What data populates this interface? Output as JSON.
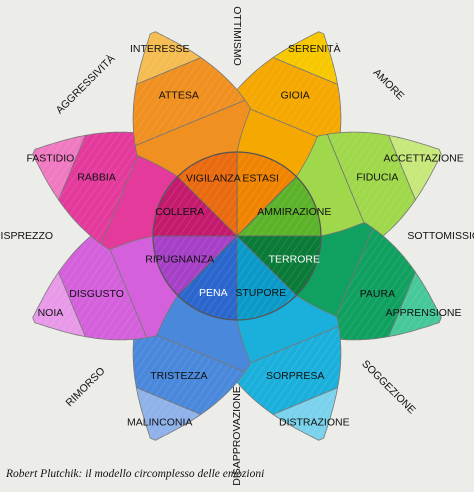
{
  "petals": [
    {
      "id": "joy",
      "outer_color": "#f7c800",
      "mid_color": "#f5a800",
      "inner_color": "#f08400",
      "outer": "SERENITÀ",
      "mid": "GIOIA",
      "inner": "ESTASI"
    },
    {
      "id": "trust",
      "outer_color": "#c7e87a",
      "mid_color": "#9fd84a",
      "inner_color": "#5cb32a",
      "outer": "ACCETTAZIONE",
      "mid": "FIDUCIA",
      "inner": "AMMIRAZIONE"
    },
    {
      "id": "fear",
      "outer_color": "#46c898",
      "mid_color": "#10a060",
      "inner_color": "#0a7a38",
      "outer": "APPRENSIONE",
      "mid": "PAURA",
      "inner": "TERRORE"
    },
    {
      "id": "surprise",
      "outer_color": "#7ad2ec",
      "mid_color": "#1bb0dc",
      "inner_color": "#0b9ac8",
      "outer": "DISTRAZIONE",
      "mid": "SORPRESA",
      "inner": "STUPORE"
    },
    {
      "id": "sadness",
      "outer_color": "#8fb2ea",
      "mid_color": "#4a88dc",
      "inner_color": "#2a66cc",
      "outer": "MALINCONIA",
      "mid": "TRISTEZZA",
      "inner": "PENA"
    },
    {
      "id": "disgust",
      "outer_color": "#e89ae8",
      "mid_color": "#d460dc",
      "inner_color": "#a640c6",
      "outer": "NOIA",
      "mid": "DISGUSTO",
      "inner": "RIPUGNANZA"
    },
    {
      "id": "anger",
      "outer_color": "#f07ac2",
      "mid_color": "#e33a9c",
      "inner_color": "#c41a6e",
      "outer": "FASTIDIO",
      "mid": "RABBIA",
      "inner": "COLLERA"
    },
    {
      "id": "anticipation",
      "outer_color": "#f5bc52",
      "mid_color": "#f09020",
      "inner_color": "#ea6a10",
      "outer": "INTERESSE",
      "mid": "ATTESA",
      "inner": "VIGILANZA"
    }
  ],
  "dyads": [
    "AMORE",
    "SOTTOMISSIONE",
    "SOGGEZIONE",
    "DISAPPROVAZIONE",
    "RIMORSO",
    "DISPREZZO",
    "AGGRESSIVITÀ",
    "OTTIMISMO"
  ],
  "caption": "Robert Plutchik: il modello circomplesso delle emozioni"
}
